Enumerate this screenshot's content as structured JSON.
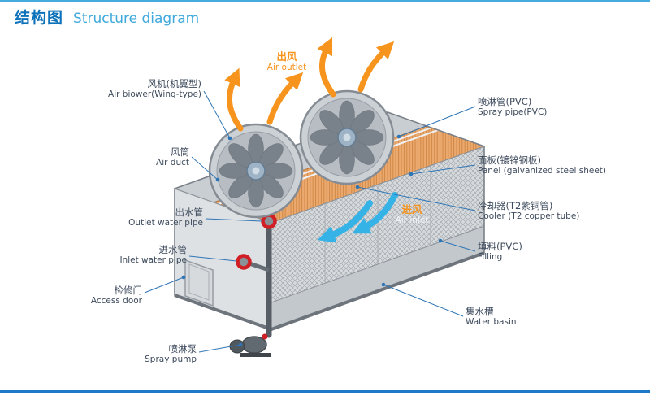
{
  "header": {
    "title_zh": "结构图",
    "title_en": "Structure diagram"
  },
  "flow": {
    "air_outlet": {
      "zh": "出风",
      "en": "Air outlet"
    },
    "air_inlet": {
      "zh": "进风",
      "en": "Air inlet"
    }
  },
  "labels": {
    "left": [
      {
        "zh": "风机(机翼型)",
        "en": "Air biower(Wing-type)"
      },
      {
        "zh": "风筒",
        "en": "Air duct"
      },
      {
        "zh": "出水管",
        "en": "Outlet water pipe"
      },
      {
        "zh": "进水管",
        "en": "Inlet water pipe"
      },
      {
        "zh": "检修门",
        "en": "Access door"
      },
      {
        "zh": "喷淋泵",
        "en": "Spray pump"
      }
    ],
    "right": [
      {
        "zh": "喷淋管(PVC)",
        "en": "Spray pipe(PVC)"
      },
      {
        "zh": "面板(镀锌钢板)",
        "en": "Panel (galvanized steel sheet)"
      },
      {
        "zh": "冷却器(T2紫铜管)",
        "en": "Cooler (T2 copper tube)"
      },
      {
        "zh": "填料(PVC)",
        "en": "Filling"
      },
      {
        "zh": "集水槽",
        "en": "Water basin"
      }
    ]
  },
  "colors": {
    "title_blue": "#0d72b9",
    "title_light_blue": "#3fa9dc",
    "label_text": "#3d4a5c",
    "leader_blue": "#2e75b6",
    "flow_orange": "#f7941d",
    "coil_copper": "#eba96f",
    "air_arrow_blue": "#35b3e7",
    "pipe_flange_red": "#d11f26"
  }
}
